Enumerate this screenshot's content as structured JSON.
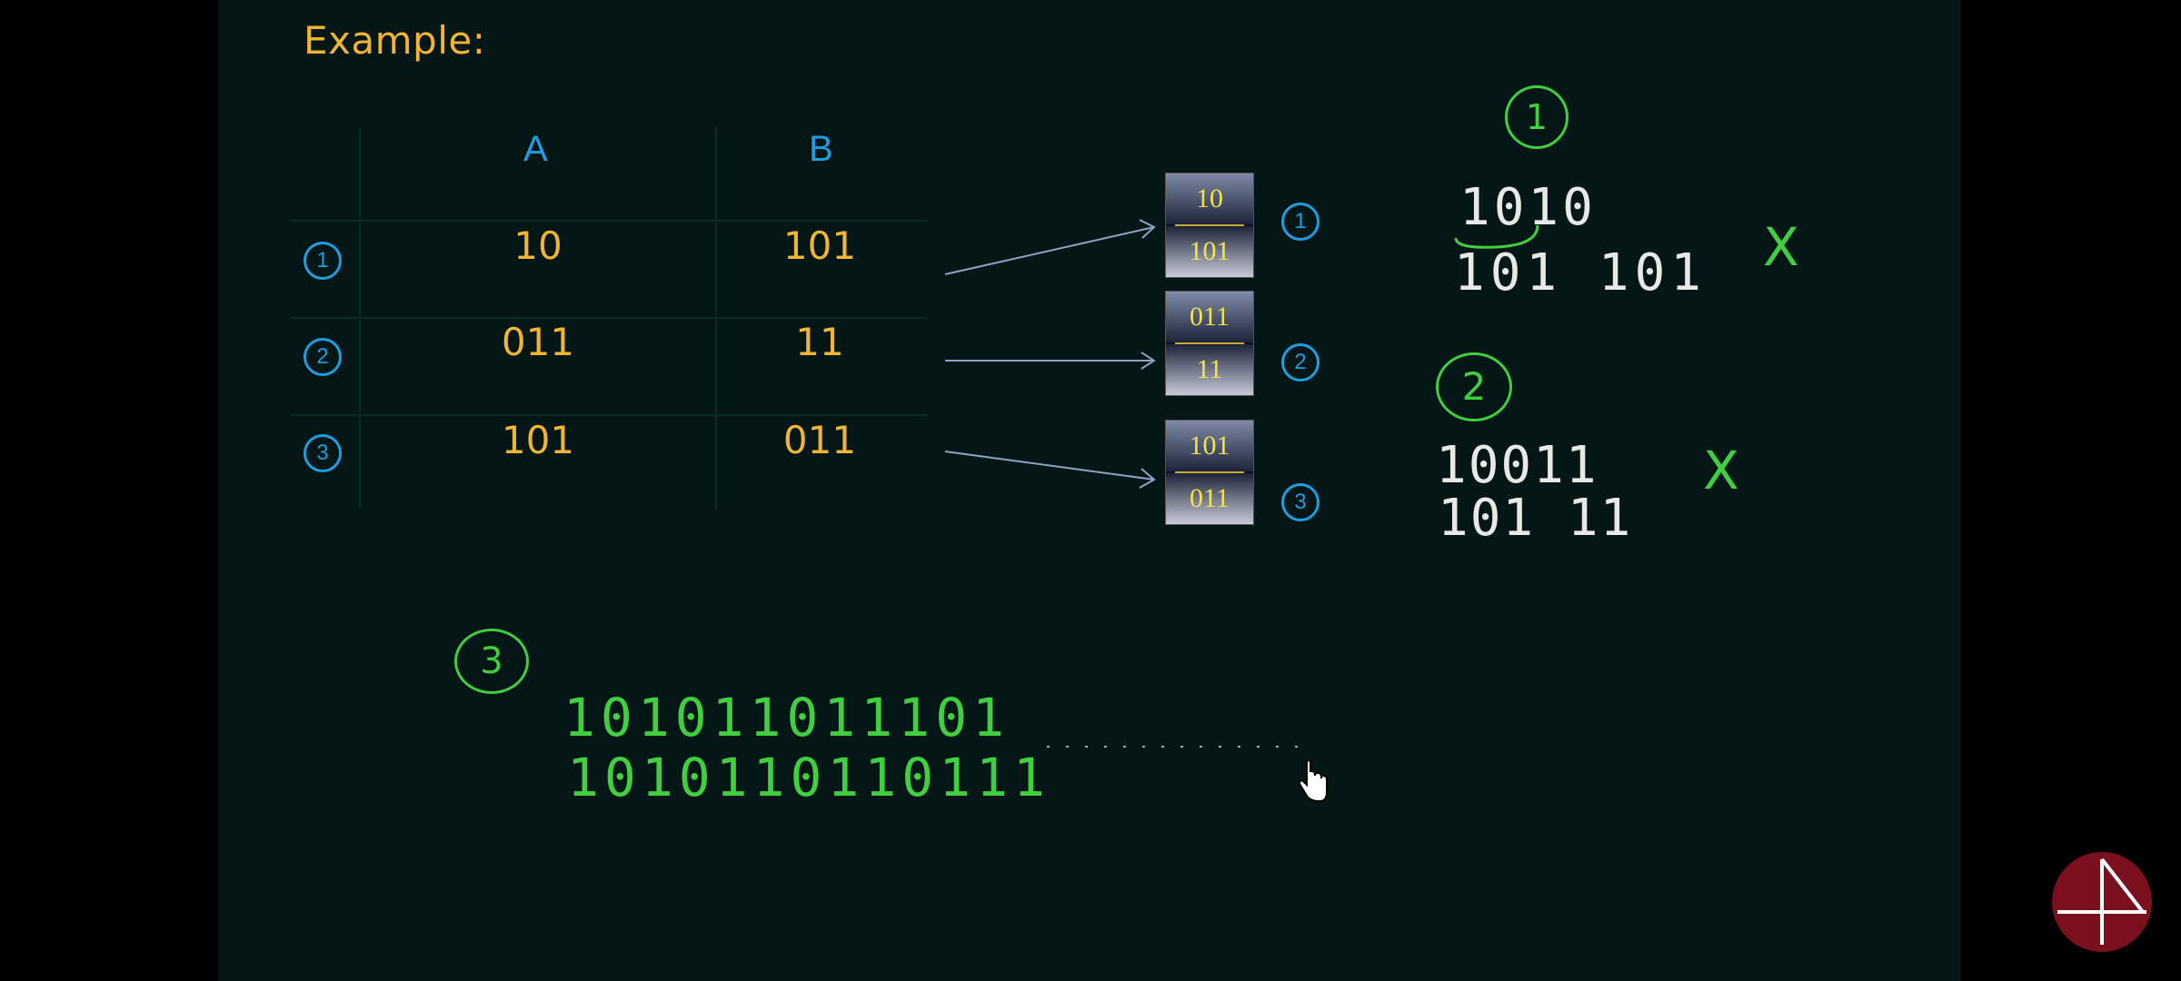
{
  "title": "Example:",
  "table": {
    "col_a": "A",
    "col_b": "B",
    "rows": [
      {
        "num": "1",
        "a": "10",
        "b": "101"
      },
      {
        "num": "2",
        "a": "011",
        "b": "11"
      },
      {
        "num": "3",
        "a": "101",
        "b": "011"
      }
    ]
  },
  "dominoes": [
    {
      "top": "10",
      "bottom": "101",
      "num": "1"
    },
    {
      "top": "011",
      "bottom": "11",
      "num": "2"
    },
    {
      "top": "101",
      "bottom": "011",
      "num": "3"
    }
  ],
  "handwriting": {
    "ring1": "1",
    "attempt1_top": "1010",
    "attempt1_bottom": "101 101",
    "mark1": "X",
    "ring2": "2",
    "attempt2_top": "10011",
    "attempt2_bottom": "101 11",
    "mark2": "X",
    "ring3": "3",
    "attempt3_top": "101011011101",
    "attempt3_bottom": "1010110110111"
  },
  "colors": {
    "board": "#041616",
    "text_yellow": "#f1b531",
    "text_blue": "#1e9ee0",
    "ink_green": "#3fcf3f",
    "logo": "#7a0f1e"
  }
}
